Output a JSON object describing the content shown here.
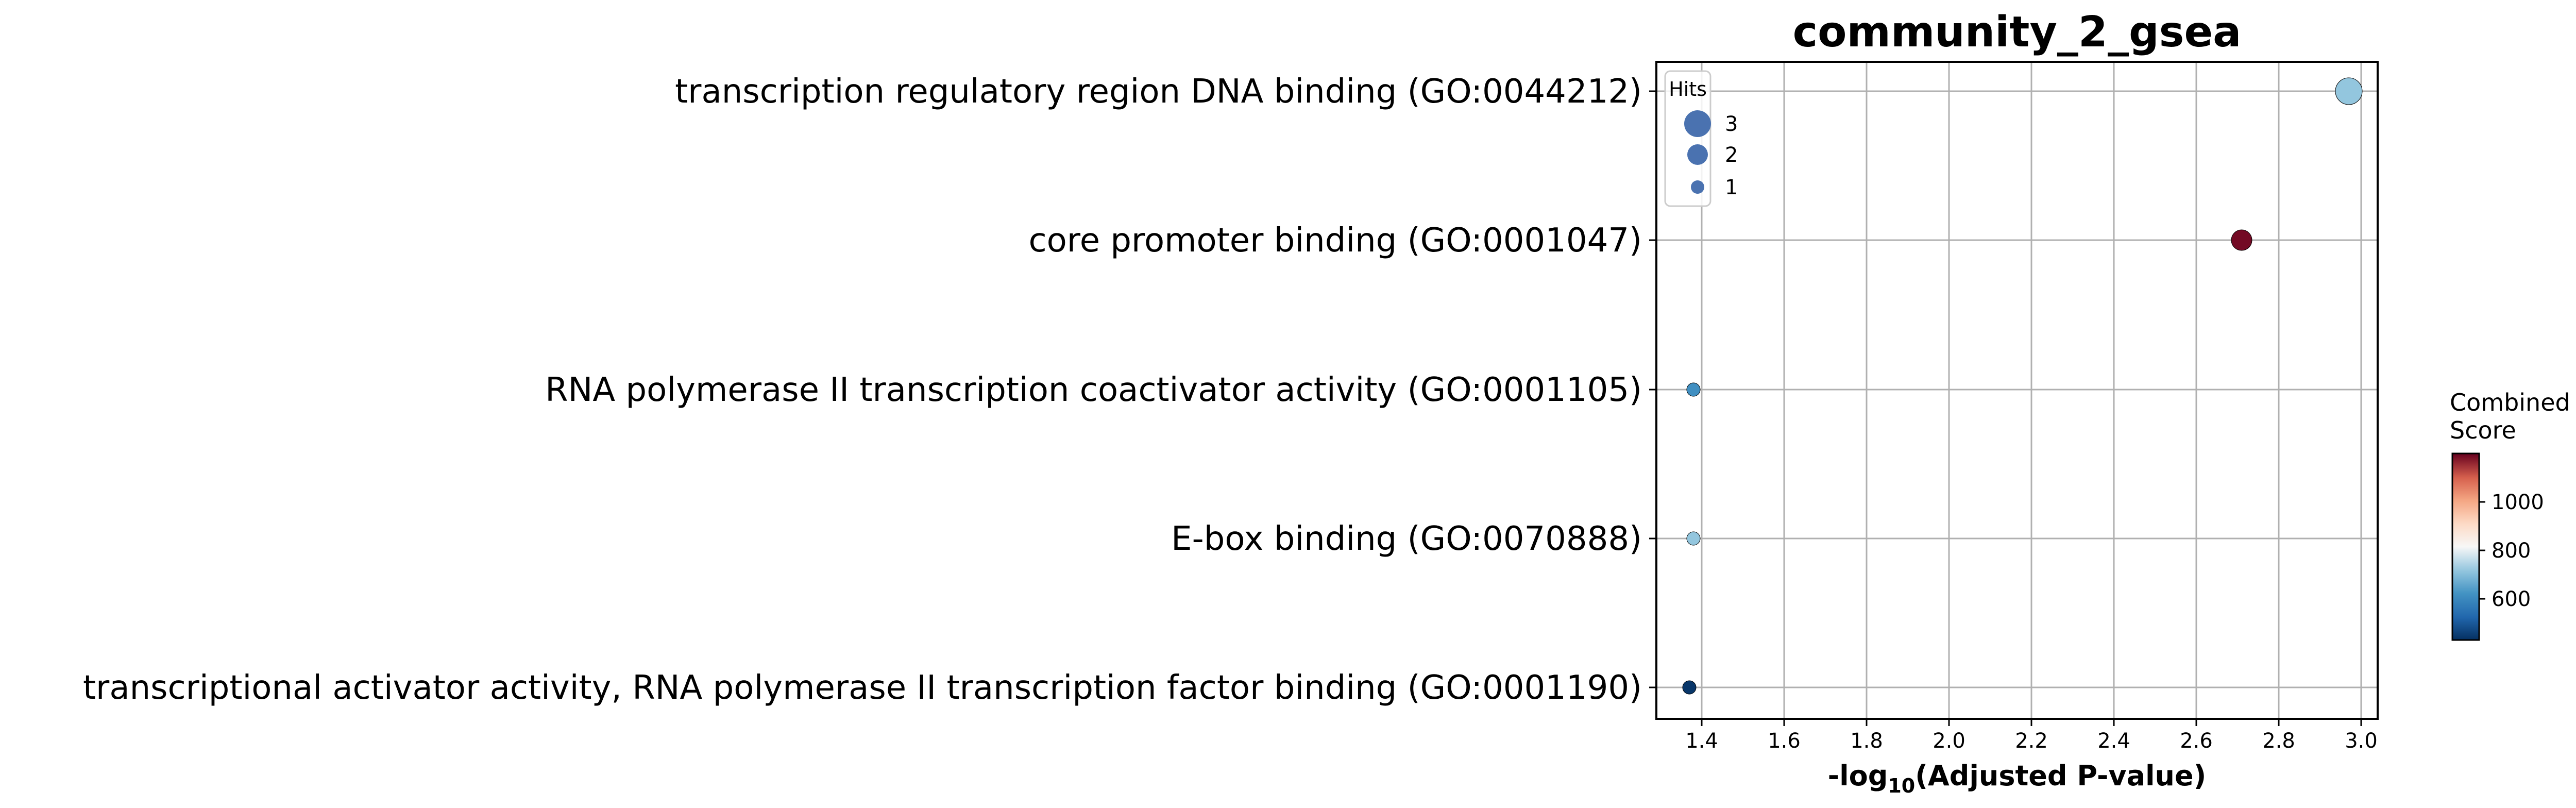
{
  "chart_data": {
    "type": "scatter",
    "title": "community_2_gsea",
    "xlabel": "-log10(Adjusted P-value)",
    "xlabel_parts": {
      "prefix": "-log",
      "subscript": "10",
      "suffix": "(Adjusted P-value)"
    },
    "xlim": [
      1.29,
      3.04
    ],
    "xticks": [
      1.4,
      1.6,
      1.8,
      2.0,
      2.2,
      2.4,
      2.6,
      2.8,
      3.0
    ],
    "xtick_labels": [
      "1.4",
      "1.6",
      "1.8",
      "2.0",
      "2.2",
      "2.4",
      "2.6",
      "2.8",
      "3.0"
    ],
    "grid": true,
    "categories": [
      "transcription regulatory region DNA binding (GO:0044212)",
      "core promoter binding (GO:0001047)",
      "RNA polymerase II transcription coactivator activity (GO:0001105)",
      "E-box binding (GO:0070888)",
      "transcriptional activator activity, RNA polymerase II transcription factor binding (GO:0001190)"
    ],
    "points": [
      {
        "term": "transcription regulatory region DNA binding (GO:0044212)",
        "x": 2.97,
        "hits": 3,
        "combined_score": 720
      },
      {
        "term": "core promoter binding (GO:0001047)",
        "x": 2.71,
        "hits": 2,
        "combined_score": 1190
      },
      {
        "term": "RNA polymerase II transcription coactivator activity (GO:0001105)",
        "x": 1.38,
        "hits": 1,
        "combined_score": 615
      },
      {
        "term": "E-box binding (GO:0070888)",
        "x": 1.38,
        "hits": 1,
        "combined_score": 720
      },
      {
        "term": "transcriptional activator activity, RNA polymerase II transcription factor binding (GO:0001190)",
        "x": 1.37,
        "hits": 1,
        "combined_score": 440
      }
    ],
    "size_legend": {
      "title": "Hits",
      "placement": "top-left",
      "entries": [
        {
          "label": "3",
          "hits": 3
        },
        {
          "label": "2",
          "hits": 2
        },
        {
          "label": "1",
          "hits": 1
        }
      ],
      "color": "#4a72b0"
    },
    "colorbar": {
      "title_lines": [
        "Combined",
        "Score"
      ],
      "colormap": "RdBu_r",
      "range": [
        430,
        1200
      ],
      "ticks": [
        600,
        800,
        1000
      ],
      "tick_labels": [
        "600",
        "800",
        "1000"
      ]
    }
  }
}
